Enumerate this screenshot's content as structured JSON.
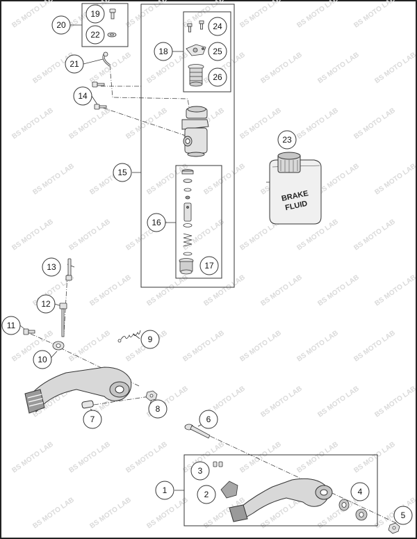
{
  "diagram": {
    "watermark_text": "BS MOTO LAB",
    "callouts": [
      {
        "id": "1",
        "label": "1"
      },
      {
        "id": "2",
        "label": "2"
      },
      {
        "id": "3",
        "label": "3"
      },
      {
        "id": "4",
        "label": "4"
      },
      {
        "id": "5",
        "label": "5"
      },
      {
        "id": "6",
        "label": "6"
      },
      {
        "id": "7",
        "label": "7"
      },
      {
        "id": "8",
        "label": "8"
      },
      {
        "id": "9",
        "label": "9"
      },
      {
        "id": "10",
        "label": "10"
      },
      {
        "id": "11",
        "label": "11"
      },
      {
        "id": "12",
        "label": "12"
      },
      {
        "id": "13",
        "label": "13"
      },
      {
        "id": "14",
        "label": "14"
      },
      {
        "id": "15",
        "label": "15"
      },
      {
        "id": "16",
        "label": "16"
      },
      {
        "id": "17",
        "label": "17"
      },
      {
        "id": "18",
        "label": "18"
      },
      {
        "id": "19",
        "label": "19"
      },
      {
        "id": "20",
        "label": "20"
      },
      {
        "id": "21",
        "label": "21"
      },
      {
        "id": "22",
        "label": "22"
      },
      {
        "id": "23",
        "label": "23"
      },
      {
        "id": "24",
        "label": "24"
      },
      {
        "id": "25",
        "label": "25"
      },
      {
        "id": "26",
        "label": "26"
      }
    ],
    "bottle_label_line1": "BRAKE",
    "bottle_label_line2": "FLUID"
  }
}
